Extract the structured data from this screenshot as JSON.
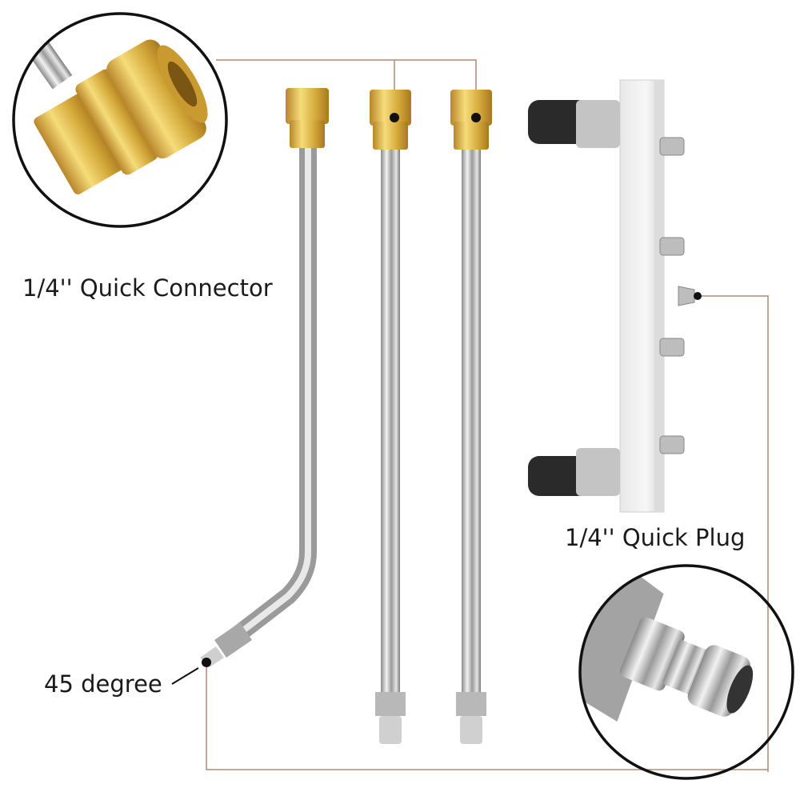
{
  "labels": {
    "quick_connector": "1/4'' Quick Connector",
    "quick_plug": "1/4'' Quick Plug",
    "angle": "45 degree"
  },
  "colors": {
    "leader_line": "#b08a76",
    "brass": "#d4a93a",
    "steel": "#c8c8c8",
    "wheel": "#2a2a2a",
    "circle_border": "#111111"
  },
  "items": {
    "wands": 3,
    "surface_cleaner_nozzles": 4
  }
}
